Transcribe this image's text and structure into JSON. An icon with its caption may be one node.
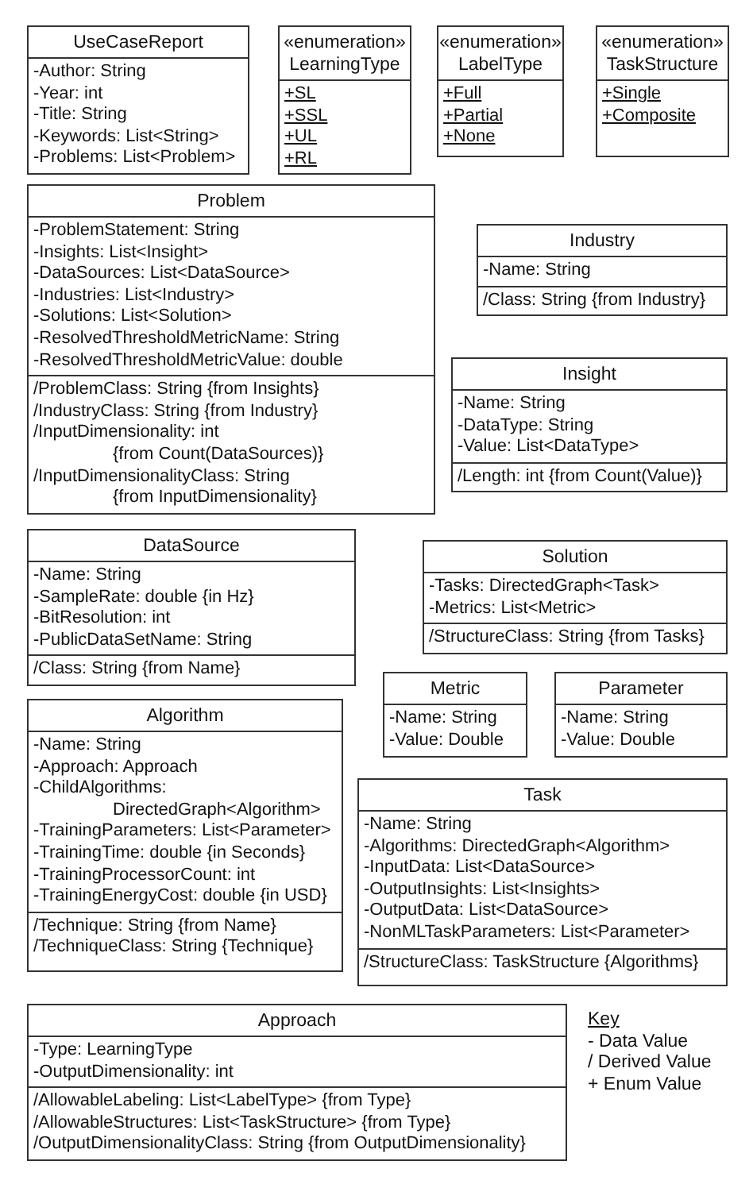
{
  "diagram": {
    "nodes": [
      {
        "text": [
          "UseCaseReport"
        ]
      },
      {
        "text": [
          "-Author: String",
          "-Year: int",
          "-Title: String",
          "-Keywords: List<String>",
          "-Problems: List<Problem>"
        ],
        "in": 0
      },
      {
        "text": [
          "«enumeration»",
          "LearningType"
        ]
      },
      {
        "text": [
          "+SL",
          "+SSL",
          "+UL",
          "+RL"
        ],
        "in": 2
      },
      {
        "text": [
          "«enumeration»",
          "LabelType"
        ]
      },
      {
        "text": [
          "+Full",
          "+Partial",
          "+None"
        ],
        "in": 4
      },
      {
        "text": [
          "«enumeration»",
          "TaskStructure"
        ]
      },
      {
        "text": [
          "+Single",
          "+Composite"
        ],
        "in": 6
      },
      {
        "text": [
          "Problem"
        ]
      },
      {
        "text": [
          "-ProblemStatement: String",
          "-Insights: List<Insight>",
          "-DataSources: List<DataSource>",
          "-Industries: List<Industry>",
          "-Solutions: List<Solution>",
          "-ResolvedThresholdMetricName: String",
          "-ResolvedThresholdMetricValue: double"
        ],
        "in": 8
      },
      {
        "text": [
          "/ProblemClass: String {from Insights}",
          "/IndustryClass: String {from Industry}",
          "/InputDimensionality: int {from Count(DataSources)}",
          "/InputDimensionalityClass: String {from InputDimensionality}"
        ],
        "in": 8
      },
      {
        "text": [
          "Industry"
        ]
      },
      {
        "text": [
          "-Name: String"
        ],
        "in": 11
      },
      {
        "text": [
          "/Class: String {from Industry}"
        ],
        "in": 11
      },
      {
        "text": [
          "Insight"
        ]
      },
      {
        "text": [
          "-Name: String",
          "-DataType: String",
          "-Value: List<DataType>"
        ],
        "in": 14
      },
      {
        "text": [
          "/Length: int {from Count(Value)}"
        ],
        "in": 14
      },
      {
        "text": [
          "DataSource"
        ]
      },
      {
        "text": [
          "-Name: String",
          "-SampleRate: double {in Hz}",
          "-BitResolution: int",
          "-PublicDataSetName: String"
        ],
        "in": 17
      },
      {
        "text": [
          "/Class: String {from Name}"
        ],
        "in": 17
      },
      {
        "text": [
          "Solution"
        ]
      },
      {
        "text": [
          "-Tasks: DirectedGraph<Task>",
          "-Metrics: List<Metric>"
        ],
        "in": 20
      },
      {
        "text": [
          "/StructureClass: String {from Tasks}"
        ],
        "in": 20
      },
      {
        "text": [
          "Metric"
        ]
      },
      {
        "text": [
          "-Name: String",
          "-Value: Double"
        ],
        "in": 23
      },
      {
        "text": [
          "Parameter"
        ]
      },
      {
        "text": [
          "-Name: String",
          "-Value: Double"
        ],
        "in": 25
      },
      {
        "text": [
          "Algorithm"
        ]
      },
      {
        "text": [
          "-Name: String",
          "-Approach: Approach",
          "-ChildAlgorithms: DirectedGraph<Algorithm>",
          "-TrainingParameters: List<Parameter>",
          "-TrainingTime: double {in Seconds}",
          "-TrainingProcessorCount: int",
          "-TrainingEnergyCost: double {in USD}"
        ],
        "in": 27
      },
      {
        "text": [
          "/Technique: String {from Name}",
          "/TechniqueClass: String {Technique}"
        ],
        "in": 27
      },
      {
        "text": [
          "Task"
        ]
      },
      {
        "text": [
          "-Name: String",
          "-Algorithms: DirectedGraph<Algorithm>",
          "-InputData: List<DataSource>",
          "-OutputInsights: List<Insights>",
          "-OutputData: List<DataSource>",
          "-NonMLTaskParameters: List<Parameter>"
        ],
        "in": 30
      },
      {
        "text": [
          "/StructureClass: TaskStructure {Algorithms}"
        ],
        "in": 30
      },
      {
        "text": [
          "Approach"
        ]
      },
      {
        "text": [
          "-Type: LearningType",
          "-OutputDimensionality: int"
        ],
        "in": 33
      },
      {
        "text": [
          "/AllowableLabeling: List<LabelType> {from Type}",
          "/AllowableStructures: List<TaskStructure> {from Type}",
          "/OutputDimensionalityClass: String {from OutputDimensionality}"
        ],
        "in": 33
      }
    ],
    "labels": [
      "Key",
      "- Data Value",
      "/ Derived Value",
      "+ Enum Value"
    ]
  }
}
